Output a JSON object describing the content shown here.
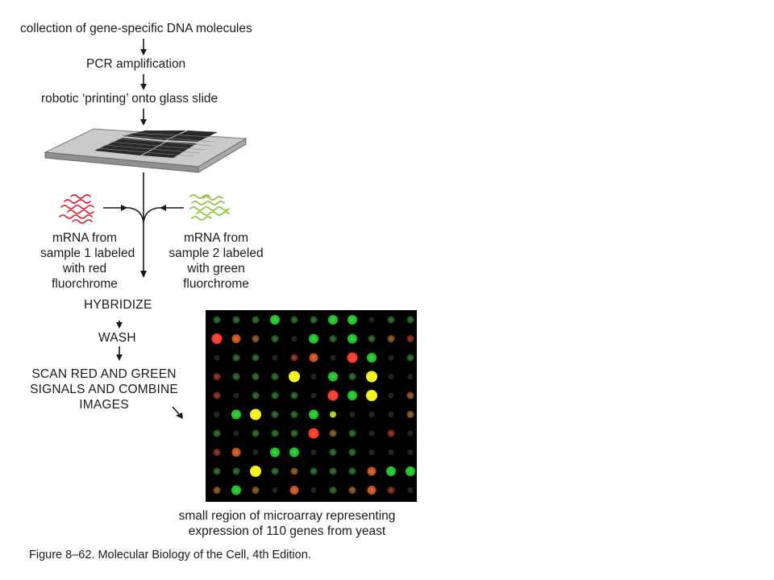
{
  "flow": {
    "step1": "collection of gene-specific DNA molecules",
    "step2": "PCR amplification",
    "step3": "robotic ‘printing’ onto glass slide"
  },
  "samples": {
    "left": [
      "mRNA from",
      "sample 1 labeled",
      "with red",
      "fluorchrome"
    ],
    "right": [
      "mRNA from",
      "sample 2 labeled",
      "with green",
      "fluorchrome"
    ]
  },
  "steps": {
    "hybridize": "HYBRIDIZE",
    "wash": "WASH",
    "scan": [
      "SCAN RED AND GREEN",
      "SIGNALS AND COMBINE",
      "IMAGES"
    ]
  },
  "microarray_caption": [
    "small region of microarray representing",
    "expression of 110 genes from yeast"
  ],
  "figure_caption": "Figure 8–62. Molecular Biology of the Cell, 4th Edition.",
  "colors": {
    "red_label": "#d42a3c",
    "green_label": "#8cc63f",
    "slide": "#c9cbc8",
    "arrow": "#1a1a1a"
  },
  "microarray": {
    "rows": 10,
    "cols": 11,
    "spots": [
      [
        "dg",
        "dg",
        "dg",
        "g",
        "dg",
        "dg",
        "g",
        "g",
        "dk",
        "dg",
        "dg"
      ],
      [
        "r",
        "o",
        "do",
        "dg",
        "dk",
        "g",
        "dg",
        "g",
        "dg",
        "do",
        "dr"
      ],
      [
        "dk",
        "dg",
        "dg",
        "dk",
        "dr",
        "o",
        "dk",
        "r",
        "g",
        "dk",
        "dg"
      ],
      [
        "dr",
        "dg",
        "dg",
        "dg",
        "y",
        "dk",
        "g",
        "dg",
        "y",
        "dk",
        "dk"
      ],
      [
        "dr",
        "dk",
        "dg",
        "dg",
        "dg",
        "dk",
        "r",
        "g",
        "y",
        "dk",
        "do"
      ],
      [
        "dk",
        "g",
        "y",
        "dg",
        "dg",
        "g",
        "yg",
        "dk",
        "dk",
        "dk",
        "do"
      ],
      [
        "dg",
        "dk",
        "dg",
        "dg",
        "dg",
        "r",
        "do",
        "dg",
        "dk",
        "dr",
        "dk"
      ],
      [
        "dr",
        "o",
        "dk",
        "g",
        "g",
        "dk",
        "dg",
        "dg",
        "dk",
        "dk",
        "dk"
      ],
      [
        "dg",
        "dg",
        "y",
        "dg",
        "do",
        "dg",
        "dg",
        "dg",
        "o",
        "g",
        "g"
      ],
      [
        "do",
        "g",
        "do",
        "dk",
        "o",
        "dk",
        "dg",
        "do",
        "o",
        "dr",
        "dk"
      ]
    ]
  }
}
